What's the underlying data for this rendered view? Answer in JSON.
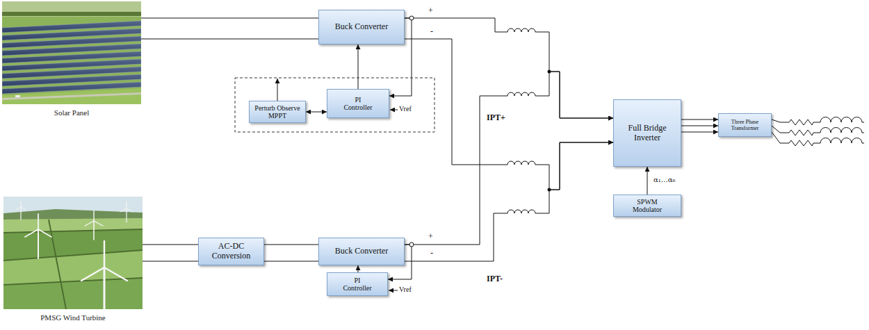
{
  "diagram": {
    "nodes": [
      {
        "text": [
          "Solar Panel"
        ]
      },
      {
        "text": [
          "Buck Converter"
        ]
      },
      {
        "text": [
          "Perturb Observe MPPT"
        ]
      },
      {
        "text": [
          "PI Controller"
        ]
      },
      {
        "text": [
          "PMSG Wind Turbine"
        ]
      },
      {
        "text": [
          "AC-DC Conversion"
        ]
      },
      {
        "text": [
          "Buck Converter"
        ]
      },
      {
        "text": [
          "PI Controller"
        ]
      },
      {
        "text": [
          "Full Bridge Inverter"
        ]
      },
      {
        "text": [
          "SPWM Modulator"
        ]
      },
      {
        "text": [
          "Three Phase Transformer"
        ]
      }
    ],
    "edges": [
      {
        "from": 0,
        "to": 1,
        "arrow": "none"
      },
      {
        "from": 0,
        "to": 1,
        "arrow": "none"
      },
      {
        "from": 3,
        "to": 1,
        "arrow": "to"
      },
      {
        "from": 2,
        "to": 3,
        "arrow": "both"
      },
      {
        "from": 1,
        "to": 3,
        "arrow": "to"
      },
      {
        "from": 1,
        "to": 8,
        "arrow": "to"
      },
      {
        "from": 1,
        "to": 8,
        "arrow": "to"
      },
      {
        "from": 4,
        "to": 5,
        "arrow": "none"
      },
      {
        "from": 4,
        "to": 5,
        "arrow": "none"
      },
      {
        "from": 5,
        "to": 6,
        "arrow": "none"
      },
      {
        "from": 5,
        "to": 6,
        "arrow": "none"
      },
      {
        "from": 7,
        "to": 6,
        "arrow": "to"
      },
      {
        "from": 6,
        "to": 7,
        "arrow": "to"
      },
      {
        "from": 6,
        "to": 8,
        "arrow": "to"
      },
      {
        "from": 6,
        "to": 8,
        "arrow": "to"
      },
      {
        "from": 9,
        "to": 8,
        "arrow": "to"
      },
      {
        "from": 8,
        "to": 10,
        "arrow": "to"
      },
      {
        "from": 8,
        "to": 10,
        "arrow": "to"
      },
      {
        "from": 8,
        "to": 10,
        "arrow": "to"
      }
    ],
    "labels": [
      "+",
      "-",
      "+",
      "-",
      "IPT+",
      "IPT-",
      "Vref",
      "Vref",
      "α₁…α₆"
    ]
  }
}
